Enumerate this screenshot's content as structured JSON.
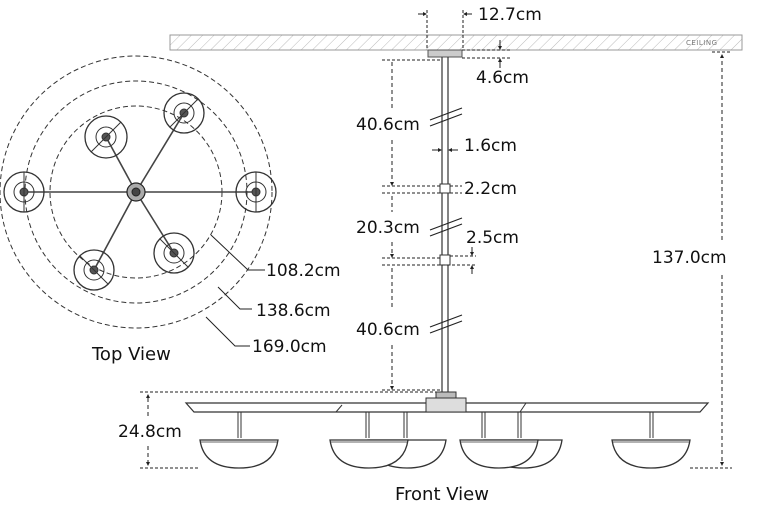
{
  "ceiling_label": "CEILING",
  "dimensions": {
    "canopy_width": "12.7cm",
    "canopy_height": "4.6cm",
    "stem_upper": "40.6cm",
    "stem_diameter": "1.6cm",
    "coupler_upper": "2.2cm",
    "stem_middle": "20.3cm",
    "coupler_lower": "2.5cm",
    "stem_lower": "40.6cm",
    "overall_height": "137.0cm",
    "fixture_height": "24.8cm",
    "inner_diameter": "108.2cm",
    "middle_diameter": "138.6cm",
    "outer_diameter": "169.0cm"
  },
  "captions": {
    "top_view": "Top View",
    "front_view": "Front View"
  }
}
